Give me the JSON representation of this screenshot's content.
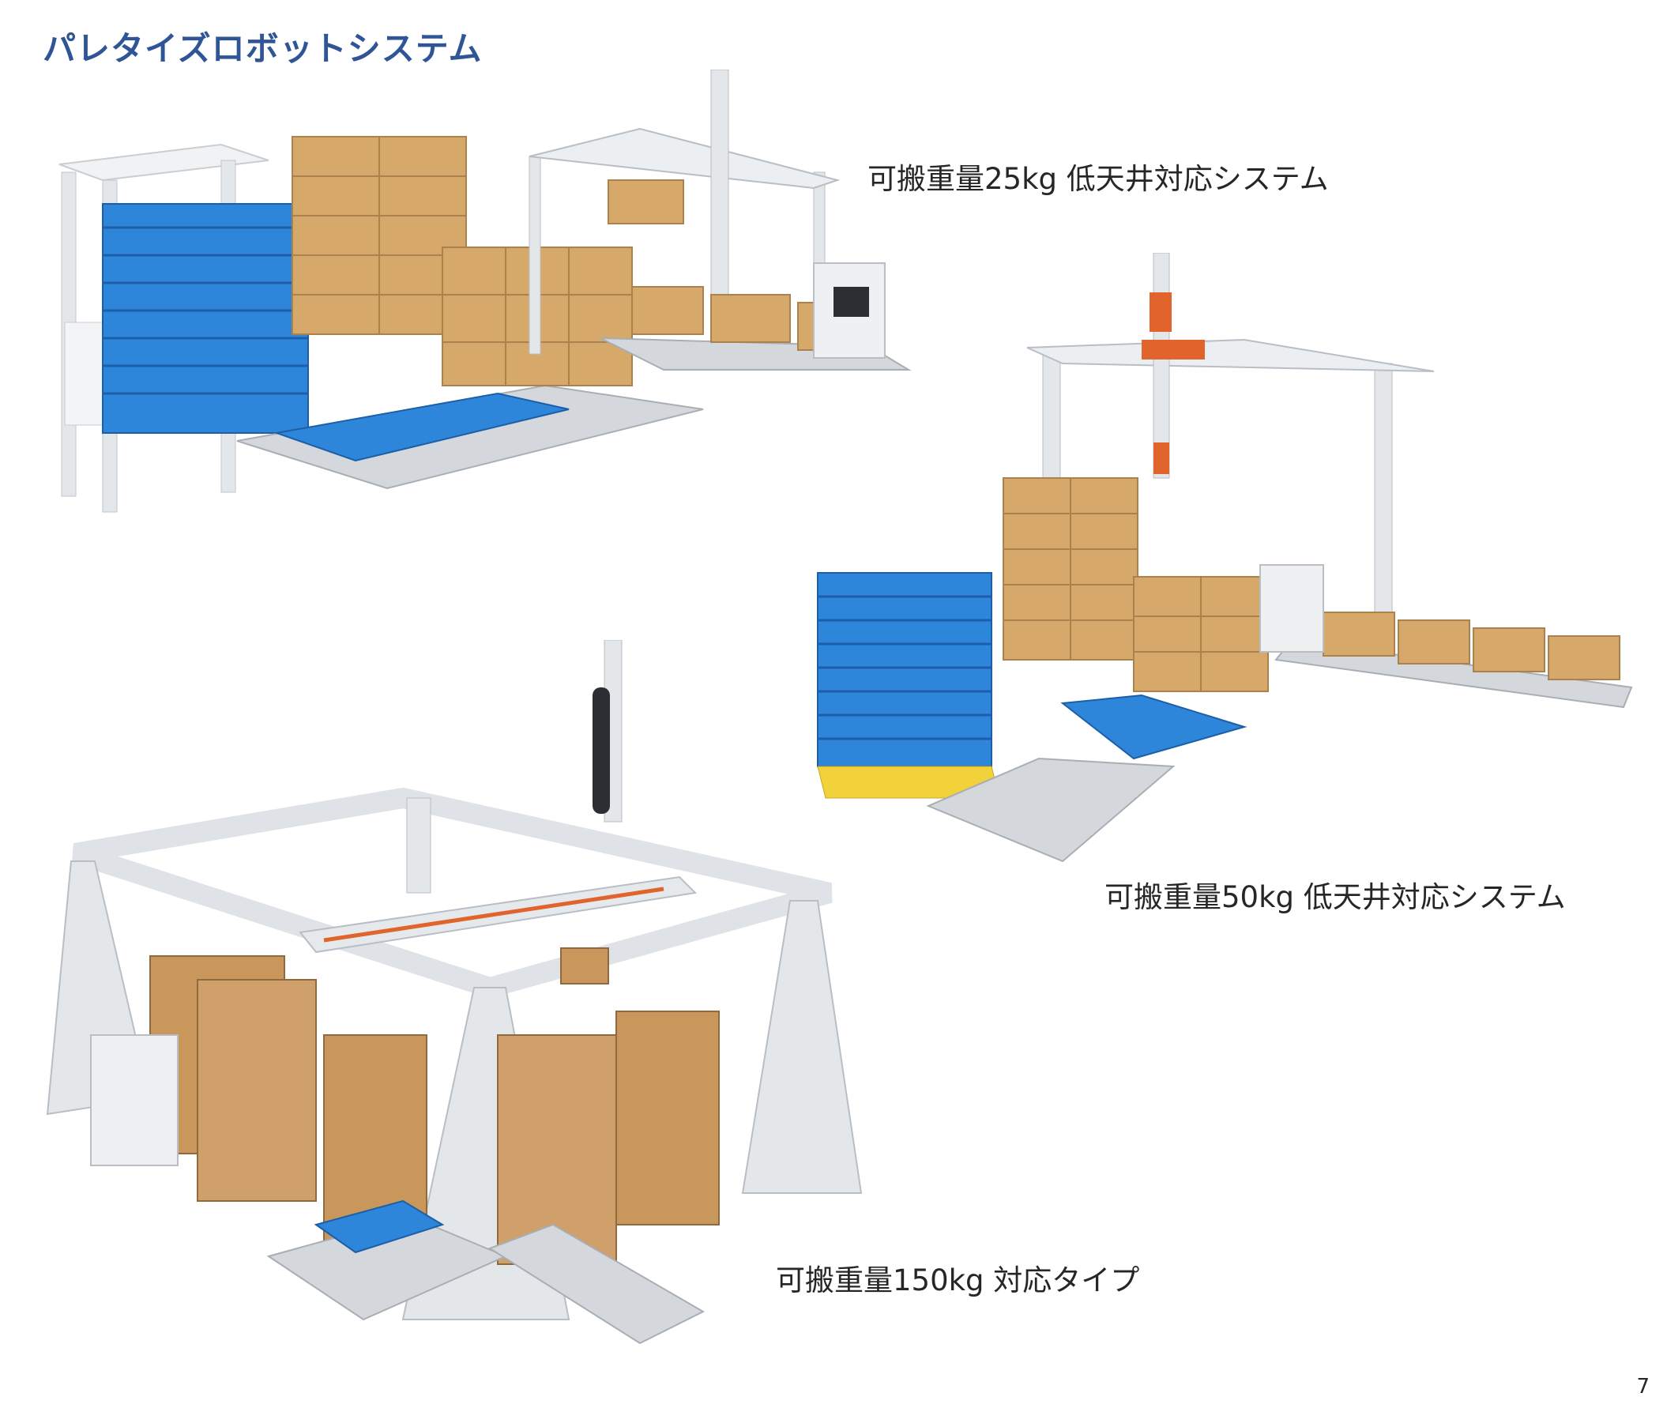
{
  "page": {
    "title": "パレタイズロボットシステム",
    "page_number": "7"
  },
  "systems": [
    {
      "caption": "可搬重量25kg 低天井対応システム"
    },
    {
      "caption": "可搬重量50kg 低天井対応システム"
    },
    {
      "caption": "可搬重量150kg 対応タイプ"
    }
  ],
  "colors": {
    "title": "#2f5597",
    "pallet_blue": "#2d86d9",
    "box_tan": "#d6a86a",
    "frame_gray": "#e4e7ea",
    "accent_orange": "#e0642c"
  }
}
